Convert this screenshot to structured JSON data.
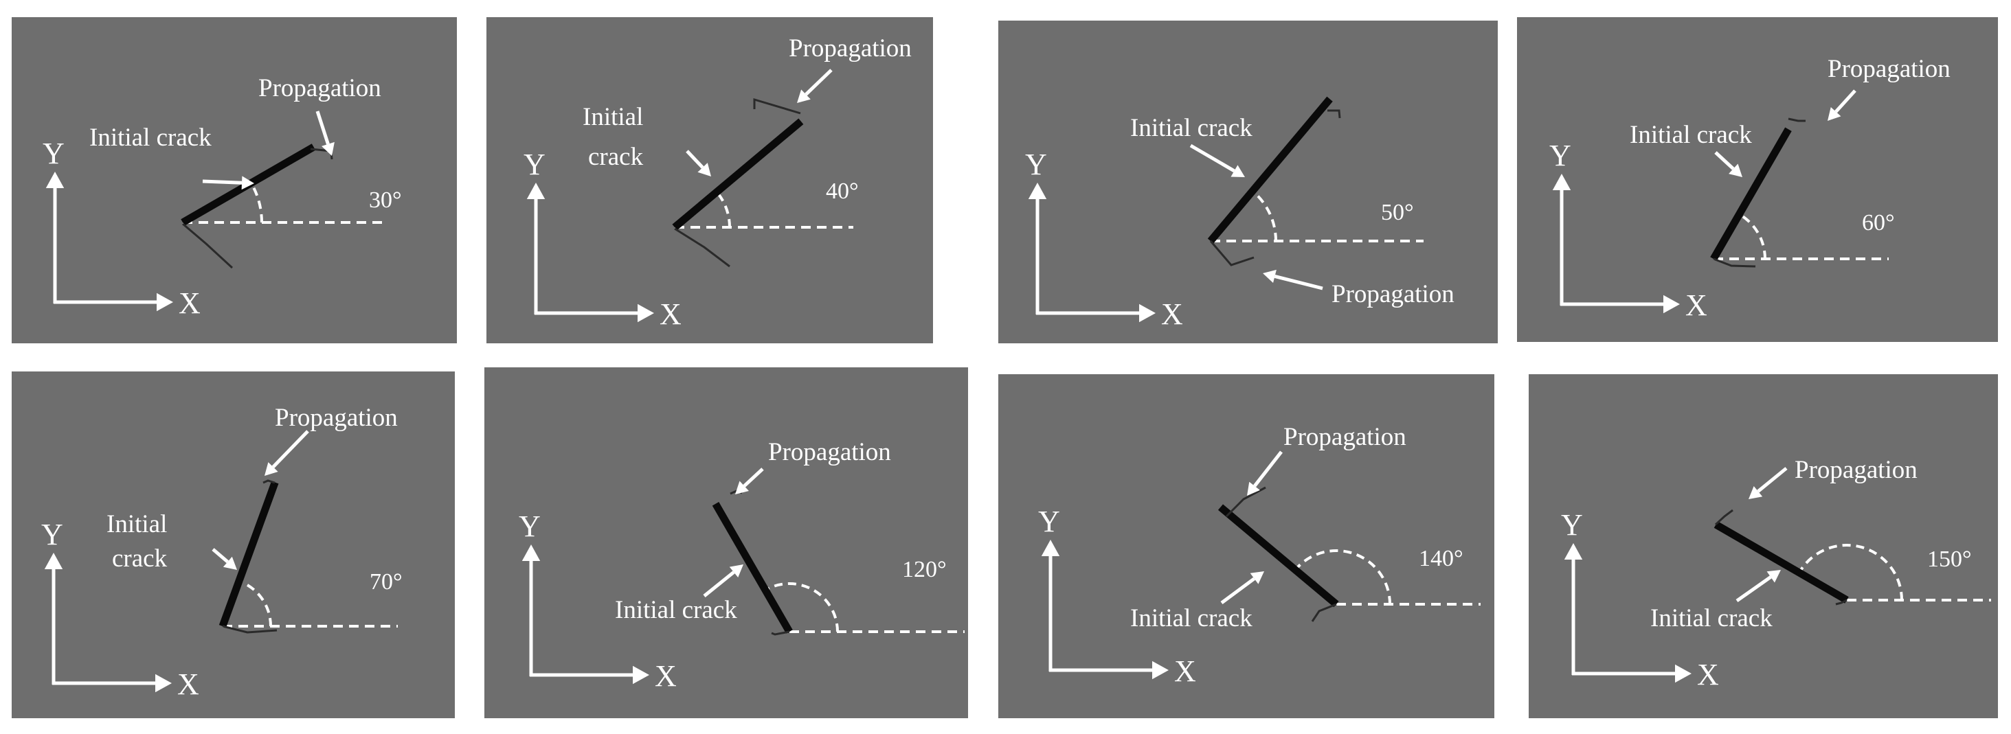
{
  "labels": {
    "axis_x": "X",
    "axis_y": "Y",
    "initial_crack": "Initial crack",
    "initial_crack_line1": "Initial",
    "initial_crack_line2": "crack",
    "propagation": "Propagation"
  },
  "panels": [
    {
      "angle_deg": 30,
      "angle_label": "30°"
    },
    {
      "angle_deg": 40,
      "angle_label": "40°"
    },
    {
      "angle_deg": 50,
      "angle_label": "50°"
    },
    {
      "angle_deg": 60,
      "angle_label": "60°"
    },
    {
      "angle_deg": 70,
      "angle_label": "70°"
    },
    {
      "angle_deg": 120,
      "angle_label": "120°"
    },
    {
      "angle_deg": 140,
      "angle_label": "140°"
    },
    {
      "angle_deg": 150,
      "angle_label": "150°"
    }
  ],
  "colors": {
    "panel_background": "#6e6e6e",
    "foreground": "#ffffff",
    "crack": "#0a0a0a",
    "propagation_path": "#2a2a2a"
  }
}
